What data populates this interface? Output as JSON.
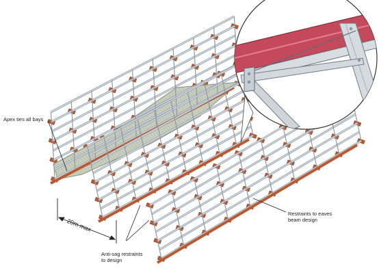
{
  "labels": {
    "apex": "Apex ties all bays",
    "eaves_line1": "Restraints to eaves",
    "eaves_line2": "beam design",
    "antisag_line1": "Anti-sag restraints",
    "antisag_line2": "to design",
    "span": "20m max"
  },
  "colors": {
    "steel": "#d2d8dd",
    "steel_edge": "#8e99a3",
    "rafter": "#b85a32",
    "rafter_dark": "#8f3d1e",
    "roof": "#c7cdbd",
    "inset_red": "#c2485a"
  }
}
